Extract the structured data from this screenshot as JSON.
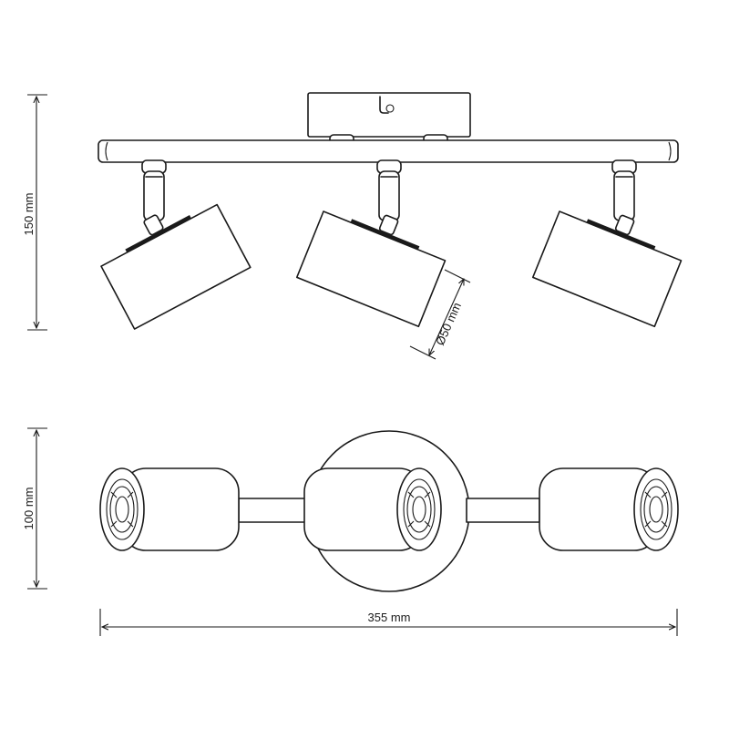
{
  "dimensions": {
    "height_side": "150 mm",
    "shade_diameter": "Ø50 mm",
    "height_top": "100 mm",
    "width": "355 mm"
  }
}
